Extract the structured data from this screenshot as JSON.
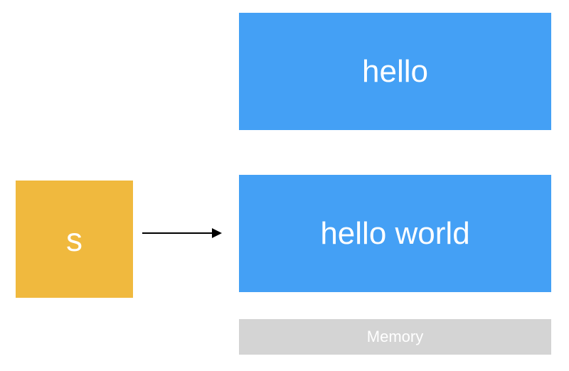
{
  "memory_blocks": [
    {
      "text": "hello"
    },
    {
      "text": "hello world"
    }
  ],
  "variable": {
    "name": "s"
  },
  "memory_label": "Memory",
  "colors": {
    "block": "#44a0f5",
    "variable": "#f0b93e",
    "memory_bar": "#d4d4d4",
    "text": "#ffffff",
    "arrow": "#000000"
  }
}
